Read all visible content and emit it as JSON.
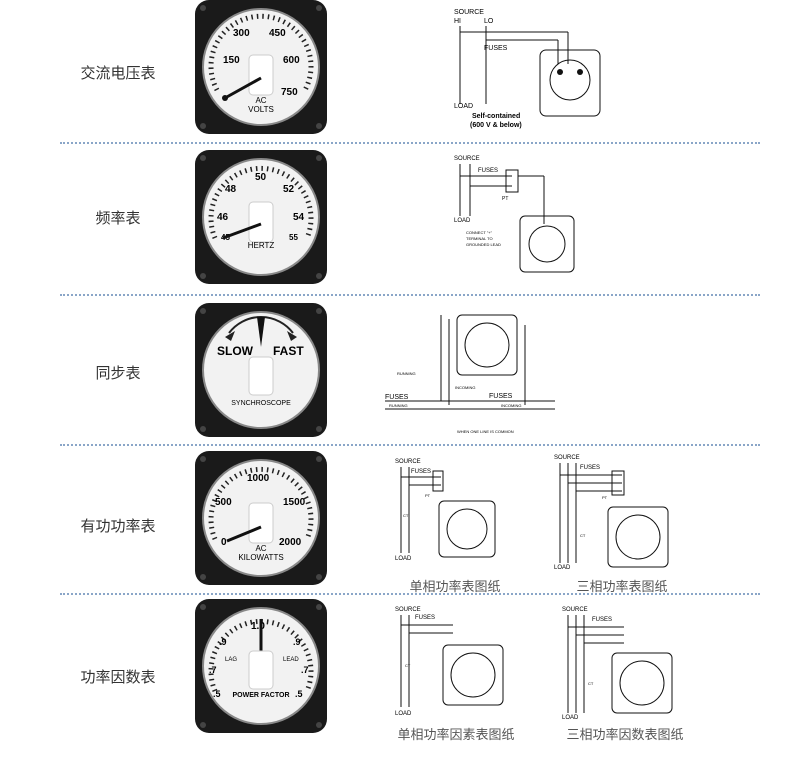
{
  "rows": [
    {
      "label": "交流电压表",
      "meter": {
        "scale": [
          "150",
          "300",
          "450",
          "600",
          "750"
        ],
        "unit": [
          "AC",
          "VOLTS"
        ]
      },
      "diagram": {
        "source": "SOURCE",
        "hi": "HI",
        "lo": "LO",
        "fuses": "FUSES",
        "load": "LOAD",
        "note1": "Self-contained",
        "note2": "(600 V & below)"
      }
    },
    {
      "label": "频率表",
      "meter": {
        "scale": [
          "45",
          "46",
          "48",
          "50",
          "52",
          "54",
          "55"
        ],
        "unit": [
          "HERTZ"
        ]
      },
      "diagram": {
        "source": "SOURCE",
        "fuses": "FUSES",
        "load": "LOAD",
        "pt": "PT",
        "note1": "CONNECT \"+\"",
        "note2": "TERMINAL TO",
        "note3": "GROUNDED LEAD"
      }
    },
    {
      "label": "同步表",
      "meter": {
        "slow": "SLOW",
        "fast": "FAST",
        "unit": [
          "SYNCHROSCOPE"
        ]
      },
      "diagram": {
        "running1": "RUNNING",
        "incoming1": "INCOMING",
        "fuses1": "FUSES",
        "fuses2": "FUSES",
        "running2": "RUNNING",
        "incoming2": "INCOMING",
        "note": "WHEN ONE LINE IS COMMON"
      }
    },
    {
      "label": "有功功率表",
      "meter": {
        "scale": [
          "0",
          "500",
          "1000",
          "1500",
          "2000"
        ],
        "unit": [
          "AC",
          "KILOWATTS"
        ]
      },
      "diagramA": {
        "source": "SOURCE",
        "fuses": "FUSES",
        "load": "LOAD",
        "ct": "CT",
        "pt": "PT",
        "caption": "单相功率表图纸"
      },
      "diagramB": {
        "source": "SOURCE",
        "fuses": "FUSES",
        "load": "LOAD",
        "ct": "CT",
        "pt": "PT",
        "caption": "三相功率表图纸"
      }
    },
    {
      "label": "功率因数表",
      "meter": {
        "top": "1.0",
        "left": [
          ".9",
          ".7",
          ".5"
        ],
        "right": [
          ".9",
          ".7",
          ".5"
        ],
        "lag": "LAG",
        "lead": "LEAD",
        "unit": [
          "POWER FACTOR"
        ]
      },
      "diagramA": {
        "source": "SOURCE",
        "fuses": "FUSES",
        "load": "LOAD",
        "ct": "CT",
        "caption": "单相功率因素表图纸"
      },
      "diagramB": {
        "source": "SOURCE",
        "fuses": "FUSES",
        "load": "LOAD",
        "ct": "CT",
        "caption": "三相功率因数表图纸"
      }
    }
  ]
}
